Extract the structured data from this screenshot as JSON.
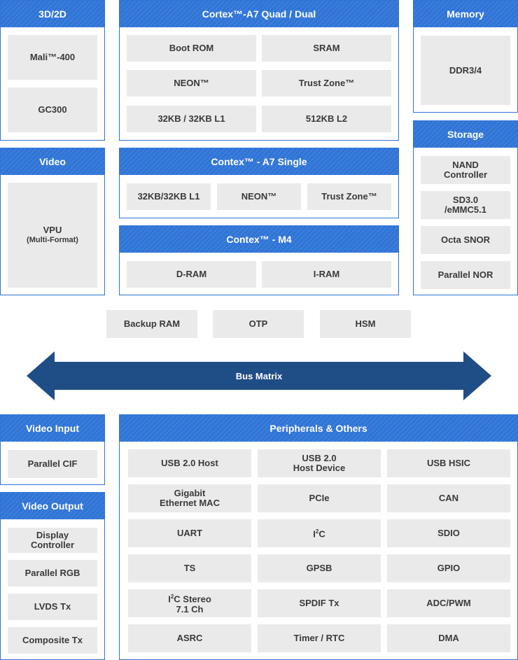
{
  "panels": {
    "gpu": {
      "title": "3D/2D",
      "items": [
        "Mali™-400",
        "GC300"
      ]
    },
    "a7_quad": {
      "title": "Cortex™-A7 Quad / Dual",
      "items": [
        "Boot ROM",
        "SRAM",
        "NEON™",
        "Trust Zone™",
        "32KB / 32KB L1",
        "512KB  L2"
      ]
    },
    "memory": {
      "title": "Memory",
      "items": [
        "DDR3/4"
      ]
    },
    "video": {
      "title": "Video",
      "vpu": "VPU",
      "vpu_sub": "(Multi-Format)"
    },
    "a7_single": {
      "title": "Contex™ - A7 Single",
      "items": [
        "32KB/32KB L1",
        "NEON™",
        "Trust Zone™"
      ]
    },
    "storage": {
      "title": "Storage",
      "items": [
        "NAND\nController",
        "SD3.0\n/eMMC5.1",
        "Octa SNOR",
        "Parallel NOR"
      ]
    },
    "m4": {
      "title": "Contex™ - M4",
      "items": [
        "D-RAM",
        "I-RAM"
      ]
    },
    "video_input": {
      "title": "Video Input",
      "items": [
        "Parallel CIF"
      ]
    },
    "video_output": {
      "title": "Video Output",
      "items": [
        "Display\nController",
        "Parallel RGB",
        "LVDS Tx",
        "Composite Tx"
      ]
    },
    "peripherals": {
      "title": "Peripherals & Others",
      "items": [
        "USB 2.0 Host",
        "USB 2.0\nHost Device",
        "USB HSIC",
        "Gigabit\nEthernet MAC",
        "PCIe",
        "CAN",
        "UART",
        "I",
        "SDIO",
        "TS",
        "GPSB",
        "GPIO",
        "I",
        "SPDIF Tx",
        "ADC/PWM",
        "ASRC",
        "Timer / RTC",
        "DMA"
      ],
      "i2c": {
        "base": "I",
        "sup": "2",
        "rest": "C"
      },
      "i2c_stereo": {
        "base": "I",
        "sup": "2",
        "rest": "C Stereo",
        "line2": "7.1 Ch"
      }
    }
  },
  "misc": {
    "items": [
      "Backup RAM",
      "OTP",
      "HSM"
    ]
  },
  "bus": {
    "label": "Bus Matrix"
  },
  "colors": {
    "panel_blue": "#2f74d6",
    "block_gray": "#eaeaea",
    "bus_navy": "#1f4e86",
    "text_dark": "#3a3a3a"
  }
}
